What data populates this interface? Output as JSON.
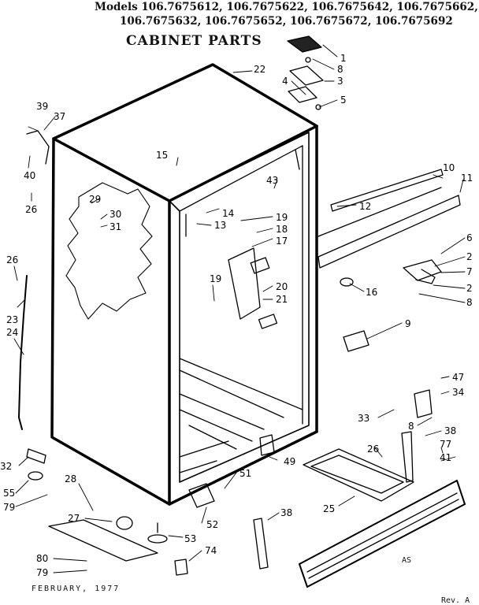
{
  "header": {
    "models_line1": "Models 106.7675612, 106.7675622, 106.7675642, 106.7675662,",
    "models_line2": "106.7675632, 106.7675652, 106.7675672, 106.7675692",
    "title": "CABINET PARTS"
  },
  "footer": {
    "date": "FEBRUARY, 1977",
    "revision": "Rev. A",
    "code": "AS"
  },
  "callouts": [
    {
      "id": "c1",
      "label": "1"
    },
    {
      "id": "c8a",
      "label": "8"
    },
    {
      "id": "c3",
      "label": "3"
    },
    {
      "id": "c4",
      "label": "4"
    },
    {
      "id": "c5",
      "label": "5"
    },
    {
      "id": "c22",
      "label": "22"
    },
    {
      "id": "c39",
      "label": "39"
    },
    {
      "id": "c37",
      "label": "37"
    },
    {
      "id": "c40",
      "label": "40"
    },
    {
      "id": "c15",
      "label": "15"
    },
    {
      "id": "c10",
      "label": "10"
    },
    {
      "id": "c11",
      "label": "11"
    },
    {
      "id": "c43",
      "label": "43"
    },
    {
      "id": "c29",
      "label": "29"
    },
    {
      "id": "c30",
      "label": "30"
    },
    {
      "id": "c31",
      "label": "31"
    },
    {
      "id": "c26a",
      "label": "26"
    },
    {
      "id": "c14",
      "label": "14"
    },
    {
      "id": "c13",
      "label": "13"
    },
    {
      "id": "c12",
      "label": "12"
    },
    {
      "id": "c19a",
      "label": "19"
    },
    {
      "id": "c18",
      "label": "18"
    },
    {
      "id": "c17",
      "label": "17"
    },
    {
      "id": "c6",
      "label": "6"
    },
    {
      "id": "c2a",
      "label": "2"
    },
    {
      "id": "c7",
      "label": "7"
    },
    {
      "id": "c2b",
      "label": "2"
    },
    {
      "id": "c8b",
      "label": "8"
    },
    {
      "id": "c16",
      "label": "16"
    },
    {
      "id": "c26b",
      "label": "26"
    },
    {
      "id": "c19b",
      "label": "19"
    },
    {
      "id": "c20",
      "label": "20"
    },
    {
      "id": "c21",
      "label": "21"
    },
    {
      "id": "c23",
      "label": "23"
    },
    {
      "id": "c24",
      "label": "24"
    },
    {
      "id": "c9",
      "label": "9"
    },
    {
      "id": "c47",
      "label": "47"
    },
    {
      "id": "c34",
      "label": "34"
    },
    {
      "id": "c33",
      "label": "33"
    },
    {
      "id": "c8c",
      "label": "8"
    },
    {
      "id": "c38a",
      "label": "38"
    },
    {
      "id": "c26c",
      "label": "26"
    },
    {
      "id": "c77",
      "label": "77"
    },
    {
      "id": "c41",
      "label": "41"
    },
    {
      "id": "c49",
      "label": "49"
    },
    {
      "id": "c32",
      "label": "32"
    },
    {
      "id": "c55",
      "label": "55"
    },
    {
      "id": "c79a",
      "label": "79"
    },
    {
      "id": "c28",
      "label": "28"
    },
    {
      "id": "c51",
      "label": "51"
    },
    {
      "id": "c25",
      "label": "25"
    },
    {
      "id": "c27",
      "label": "27"
    },
    {
      "id": "c52",
      "label": "52"
    },
    {
      "id": "c53",
      "label": "53"
    },
    {
      "id": "c38b",
      "label": "38"
    },
    {
      "id": "c80",
      "label": "80"
    },
    {
      "id": "c79b",
      "label": "79"
    },
    {
      "id": "c74",
      "label": "74"
    }
  ]
}
